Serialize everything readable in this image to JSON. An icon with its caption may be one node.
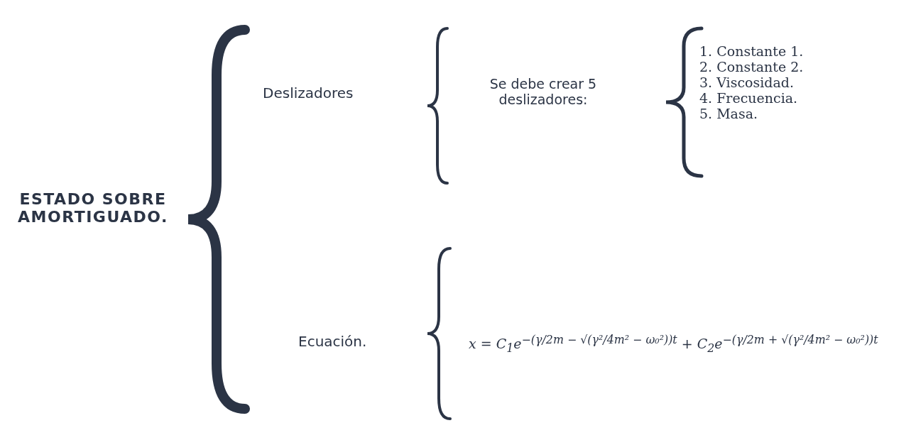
{
  "diagram": {
    "labels": [
      "ESTADO SOBRE AMORTIGUADO.",
      "Deslizadores",
      "Se debe crear 5 deslizadores:",
      "1. Constante 1.",
      "2. Constante 2.",
      "3.  Viscosidad.",
      "4. Frecuencia.",
      "5. Masa.",
      "Ecuación.",
      "x = C$_{1}$e$^{−(γ/2m − √(γ²/4m² − ω₀²))t}$ + C$_{2}$e$^{−(γ/2m + √(γ²/4m² − ω₀²))t}$"
    ]
  }
}
